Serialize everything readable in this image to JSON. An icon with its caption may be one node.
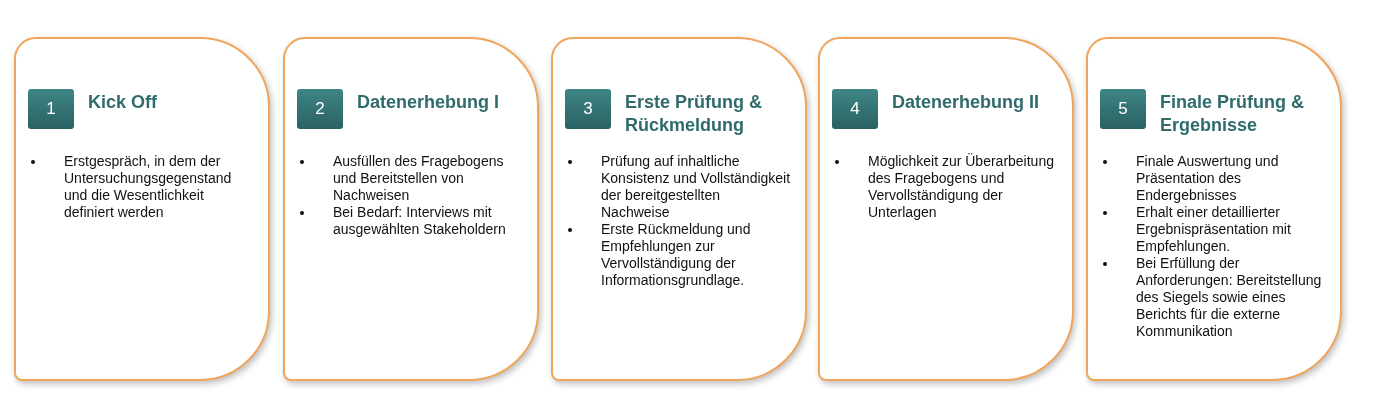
{
  "diagram": {
    "nodes": [
      {
        "text": [
          "Kick Off",
          "Erstgespräch, in dem der Untersuchungsgegenstand und die Wesentlichkeit definiert werden"
        ]
      },
      {
        "text": [
          "1"
        ],
        "in": 0
      },
      {
        "text": [
          "Datenerhebung I",
          "Ausfüllen des Fragebogens und Bereitstellen von Nachweisen",
          "Bei Bedarf: Interviews mit ausgewählten Stakeholdern"
        ]
      },
      {
        "text": [
          "2"
        ],
        "in": 2
      },
      {
        "text": [
          "Erste Prüfung & Rückmeldung",
          "Prüfung auf inhaltliche Konsistenz und Vollständigkeit der bereitgestellten Nachweise",
          "Erste Rückmeldung und Empfehlungen zur Vervollständigung der Informationsgrundlage."
        ]
      },
      {
        "text": [
          "3"
        ],
        "in": 4
      },
      {
        "text": [
          "Datenerhebung II",
          "Möglichkeit zur Überarbeitung des Fragebogens und Vervollständigung der Unterlagen"
        ]
      },
      {
        "text": [
          "4"
        ],
        "in": 6
      },
      {
        "text": [
          "Finale Prüfung & Ergebnisse",
          "Finale Auswertung und Präsentation des Endergebnisses",
          "Erhalt einer detaillierter Ergebnispräsentation mit Empfehlungen.",
          "Bei Erfüllung der Anforderungen: Bereitstellung des Siegels sowie eines Berichts für die externe Kommunikation"
        ]
      },
      {
        "text": [
          "5"
        ],
        "in": 8
      }
    ]
  }
}
